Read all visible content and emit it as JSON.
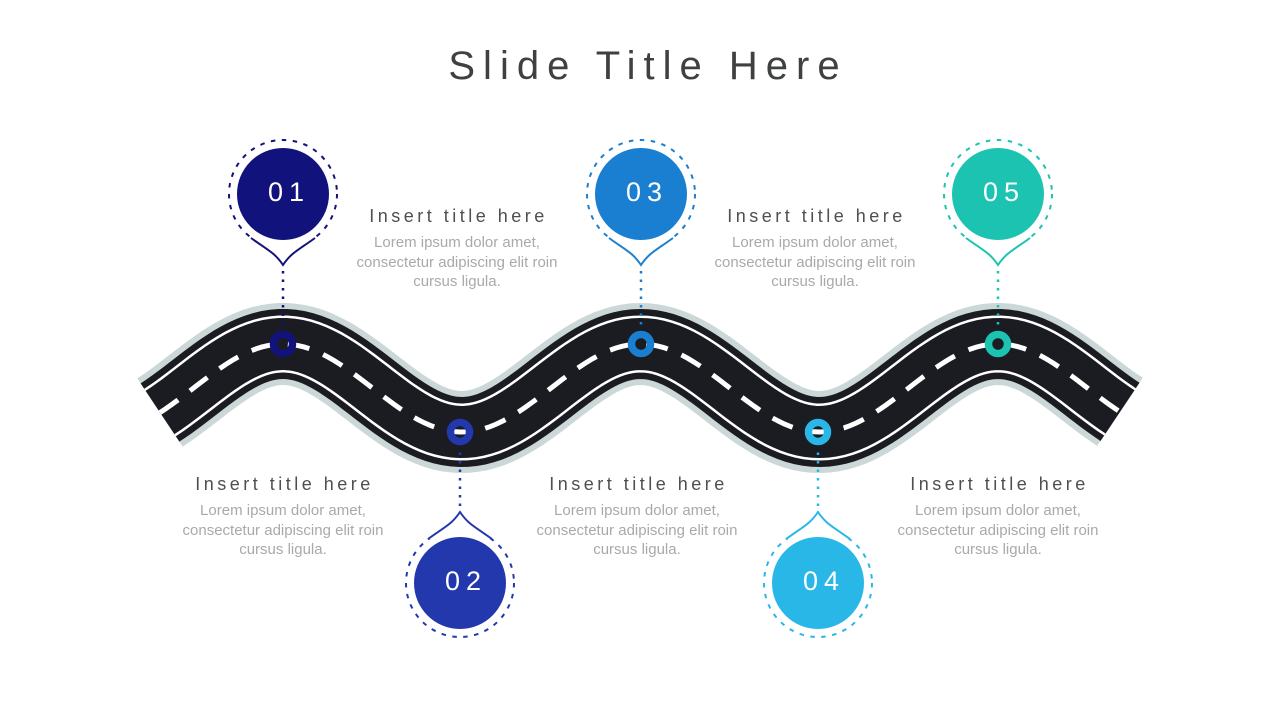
{
  "slide": {
    "title": "Slide Title Here"
  },
  "road": {
    "asphalt": "#1b1b22",
    "edge": "#ccd8d7",
    "line": "#ffffff"
  },
  "steps": [
    {
      "number": "01",
      "color": "#12127c",
      "title": "Insert title here",
      "body": "Lorem ipsum dolor amet, consectetur adipiscing elit roin cursus ligula."
    },
    {
      "number": "02",
      "color": "#2338ac",
      "title": "Insert title here",
      "body": "Lorem ipsum dolor amet, consectetur adipiscing elit roin cursus ligula."
    },
    {
      "number": "03",
      "color": "#1a7fd0",
      "title": "Insert title here",
      "body": "Lorem ipsum dolor amet, consectetur adipiscing elit roin cursus ligula."
    },
    {
      "number": "04",
      "color": "#29b7e8",
      "title": "Insert title here",
      "body": "Lorem ipsum dolor amet, consectetur adipiscing elit roin cursus ligula."
    },
    {
      "number": "05",
      "color": "#1cc3b0",
      "title": "Insert title here",
      "body": "Lorem ipsum dolor amet, consectetur adipiscing elit roin cursus ligula."
    }
  ]
}
